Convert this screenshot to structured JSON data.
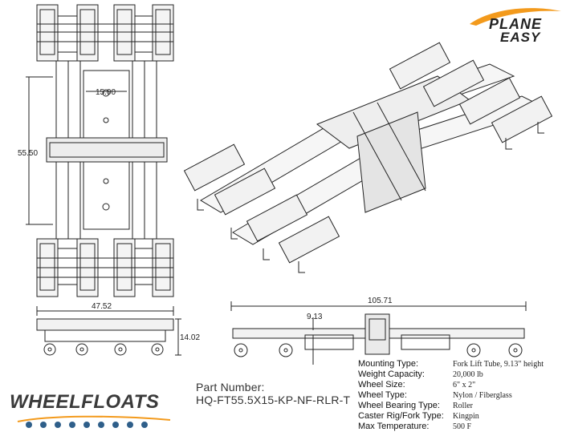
{
  "logos": {
    "plane_easy_line1": "PLANE",
    "plane_easy_line2": "EASY",
    "wheel_floats": "WHEELFLOATS"
  },
  "dimensions": {
    "center_width": "15.00",
    "overall_length": "55.50",
    "overall_width": "47.52",
    "side_height": "14.02",
    "side_length": "105.71",
    "lift_height": "9.13"
  },
  "part": {
    "label": "Part Number:",
    "value": "HQ-FT55.5X15-KP-NF-RLR-T"
  },
  "specs": [
    {
      "label": "Mounting Type:",
      "value": "Fork Lift Tube, 9.13\" height"
    },
    {
      "label": "Weight Capacity:",
      "value": "20,000 lb"
    },
    {
      "label": "Wheel Size:",
      "value": "6\" x 2\""
    },
    {
      "label": "Wheel Type:",
      "value": "Nylon / Fiberglass"
    },
    {
      "label": "Wheel Bearing Type:",
      "value": "Roller"
    },
    {
      "label": "Caster Rig/Fork Type:",
      "value": "Kingpin"
    },
    {
      "label": "Max Temperature:",
      "value": "500 F"
    }
  ],
  "colors": {
    "line": "#222222",
    "logo_orange": "#f39a1c",
    "logo_blue": "#2f5f8a"
  }
}
